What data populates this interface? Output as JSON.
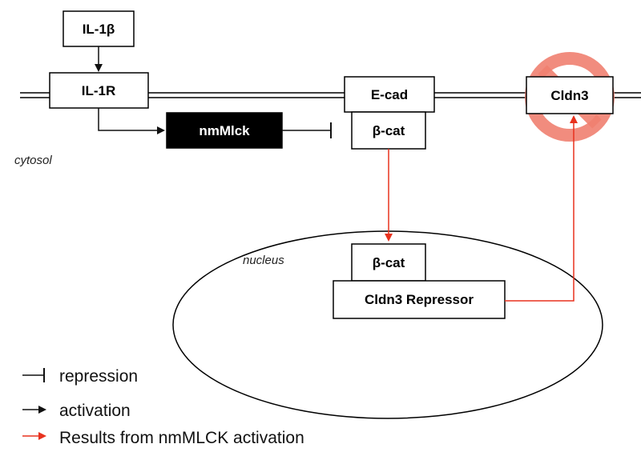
{
  "nodes": {
    "il1b": "IL-1β",
    "il1r": "IL-1R",
    "ecad": "E-cad",
    "cldn3": "Cldn3",
    "nmmlck": "nmMlck",
    "bcat_membrane": "β-cat",
    "bcat_nucleus": "β-cat",
    "repressor": "Cldn3 Repressor"
  },
  "regions": {
    "cytosol": "cytosol",
    "nucleus": "nucleus"
  },
  "legend": {
    "repression": "repression",
    "activation": "activation",
    "nmmlck_result": "Results from nmMLCK activation"
  },
  "colors": {
    "activation": "#111111",
    "nmmlck_result": "#e8321e",
    "prohibition": "#f08070",
    "nmmlck_fill": "#000000"
  }
}
